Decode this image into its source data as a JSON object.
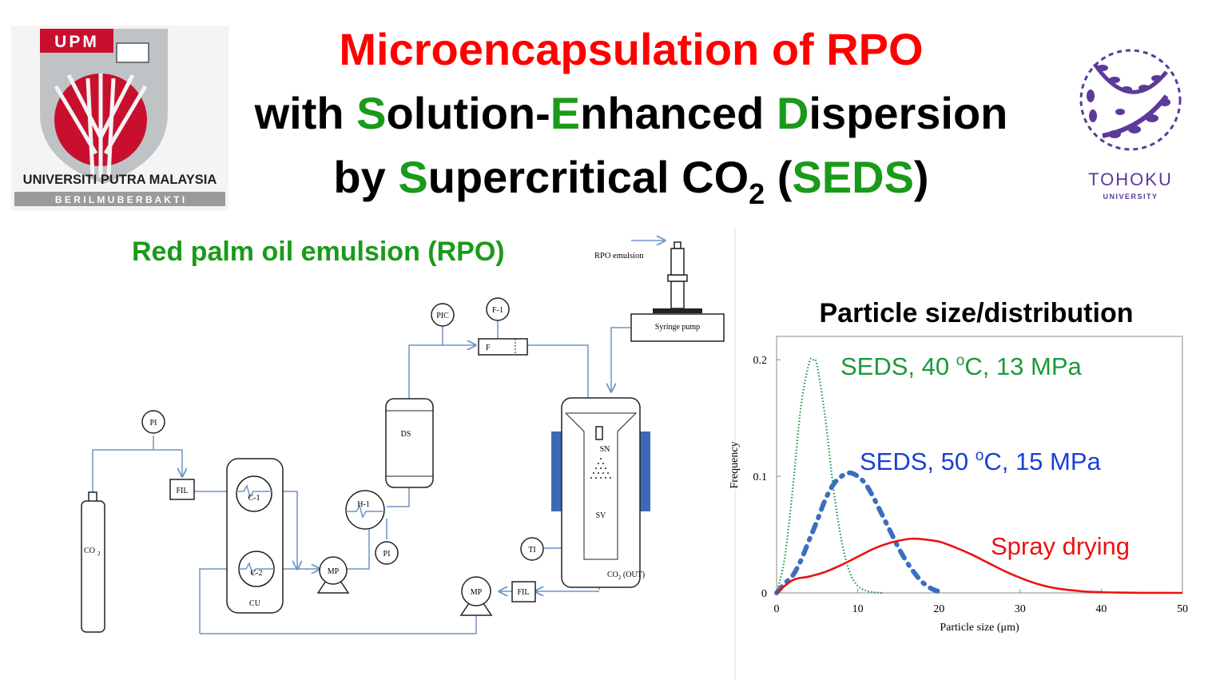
{
  "title": {
    "line1": "Microencapsulation of RPO",
    "line2": {
      "w1": "with ",
      "s": "S",
      "w2": "olution-",
      "e": "E",
      "w3": "nhanced ",
      "d": "D",
      "w4": "ispersion"
    },
    "line3": {
      "w1": "by ",
      "s": "S",
      "w2": "upercritical CO",
      "sub2": "2",
      "w3": " (",
      "seds": "SEDS",
      "w4": ")"
    }
  },
  "logos": {
    "upm": {
      "badge": "UPM",
      "name": "UNIVERSITI PUTRA MALAYSIA",
      "motto": "B E R I L M U   B E R B A K T I"
    },
    "tohoku": {
      "name": "TOHOKU",
      "sub": "UNIVERSITY"
    }
  },
  "diagram": {
    "heading": "Red palm oil emulsion (RPO)",
    "labels": {
      "rpo_emulsion": "RPO emulsion",
      "syringe_pump": "Syringe pump",
      "pic": "PIC",
      "f1": "F-1",
      "f": "F",
      "pi_top": "PI",
      "fil1": "FIL",
      "c1": "C-1",
      "c2": "C-2",
      "cu": "CU",
      "co2": "CO",
      "co2_sub": "2",
      "ds": "DS",
      "h1": "H-1",
      "mp1": "MP",
      "pi_mid": "PI",
      "sn": "SN",
      "sv": "SV",
      "ti": "TI",
      "co2_out": "CO",
      "co2_out_sub": "2",
      "co2_out_rest": " (OUT)",
      "mp2": "MP",
      "fil2": "FIL"
    }
  },
  "chart_heading": "Particle size/distribution",
  "chart_data": {
    "type": "line",
    "xlabel": "Particle size (μm)",
    "ylabel": "Frequency",
    "xlim": [
      0,
      50
    ],
    "ylim": [
      0,
      0.22
    ],
    "xticks": [
      0,
      10,
      20,
      30,
      40,
      50
    ],
    "yticks": [
      0,
      0.1,
      0.2
    ],
    "ytick_labels": [
      "0",
      "0.1",
      "0.2"
    ],
    "grid": false,
    "series": [
      {
        "name": "SEDS, 40 oC, 13 MPa",
        "color": "#1a9a3a",
        "style": "dotted",
        "x": [
          0,
          1,
          2,
          3,
          4,
          4.5,
          5,
          6,
          7,
          8,
          9,
          10,
          11,
          12,
          13
        ],
        "y": [
          0,
          0.03,
          0.09,
          0.16,
          0.197,
          0.2,
          0.195,
          0.15,
          0.09,
          0.045,
          0.018,
          0.006,
          0.002,
          0.0005,
          0
        ]
      },
      {
        "name": "SEDS, 50 oC, 15 MPa",
        "color": "#3a6fc0",
        "style": "dashdot",
        "x": [
          0,
          1,
          2,
          3,
          4,
          5,
          6,
          7,
          8,
          9,
          10,
          11,
          12,
          13,
          14,
          15,
          16,
          17,
          18,
          19,
          20
        ],
        "y": [
          0,
          0.008,
          0.015,
          0.028,
          0.045,
          0.062,
          0.08,
          0.093,
          0.1,
          0.103,
          0.1,
          0.093,
          0.081,
          0.067,
          0.053,
          0.039,
          0.027,
          0.017,
          0.009,
          0.004,
          0.001
        ]
      },
      {
        "name": "Spray drying",
        "color": "#ee1111",
        "style": "solid",
        "x": [
          0,
          2,
          4,
          6,
          8,
          10,
          12,
          14,
          16,
          17,
          18,
          20,
          22,
          24,
          26,
          28,
          30,
          32,
          34,
          36,
          38,
          40,
          42,
          44,
          46,
          50
        ],
        "y": [
          0,
          0.011,
          0.014,
          0.018,
          0.024,
          0.031,
          0.038,
          0.043,
          0.046,
          0.0465,
          0.046,
          0.044,
          0.039,
          0.033,
          0.026,
          0.019,
          0.013,
          0.008,
          0.0045,
          0.0025,
          0.0012,
          0.0006,
          0.0003,
          0.0001,
          5e-05,
          0
        ]
      }
    ],
    "labels": {
      "s40": {
        "pre": "SEDS, 40 ",
        "sup": "o",
        "post": "C, 13 MPa"
      },
      "s50": {
        "pre": "SEDS, 50 ",
        "sup": "o",
        "post": "C, 15 MPa"
      },
      "spray": "Spray drying"
    }
  },
  "colors": {
    "title_red": "#ff0000",
    "title_green": "#1a9a1a",
    "pipe": "#6f93c6",
    "jacket": "#3c6bb5",
    "upm_red": "#c8102e",
    "tohoku_purple": "#5b3a9a"
  }
}
